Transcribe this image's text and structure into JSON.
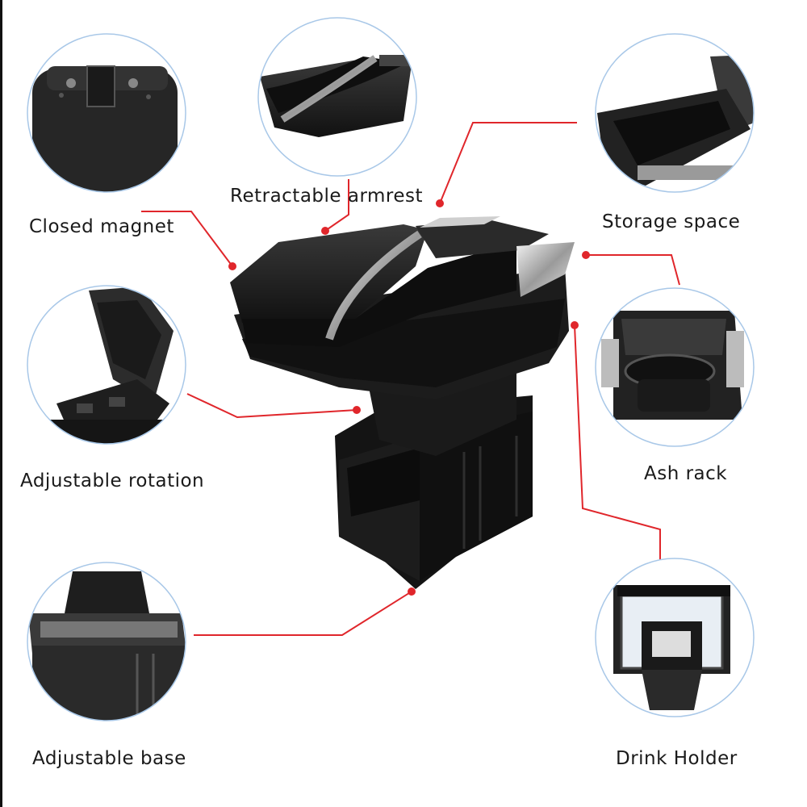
{
  "features": {
    "closed_magnet": "Closed magnet",
    "retractable_armrest": "Retractable armrest",
    "storage_space": "Storage space",
    "ash_rack": "Ash rack",
    "adjustable_rotation": "Adjustable rotation",
    "adjustable_base": "Adjustable base",
    "drink_holder": "Drink Holder"
  },
  "colors": {
    "callout_line": "#e0262b",
    "circle_border": "#a9c8e8",
    "product_body": "#1c1c1c",
    "chrome": "#c9c9c9"
  }
}
